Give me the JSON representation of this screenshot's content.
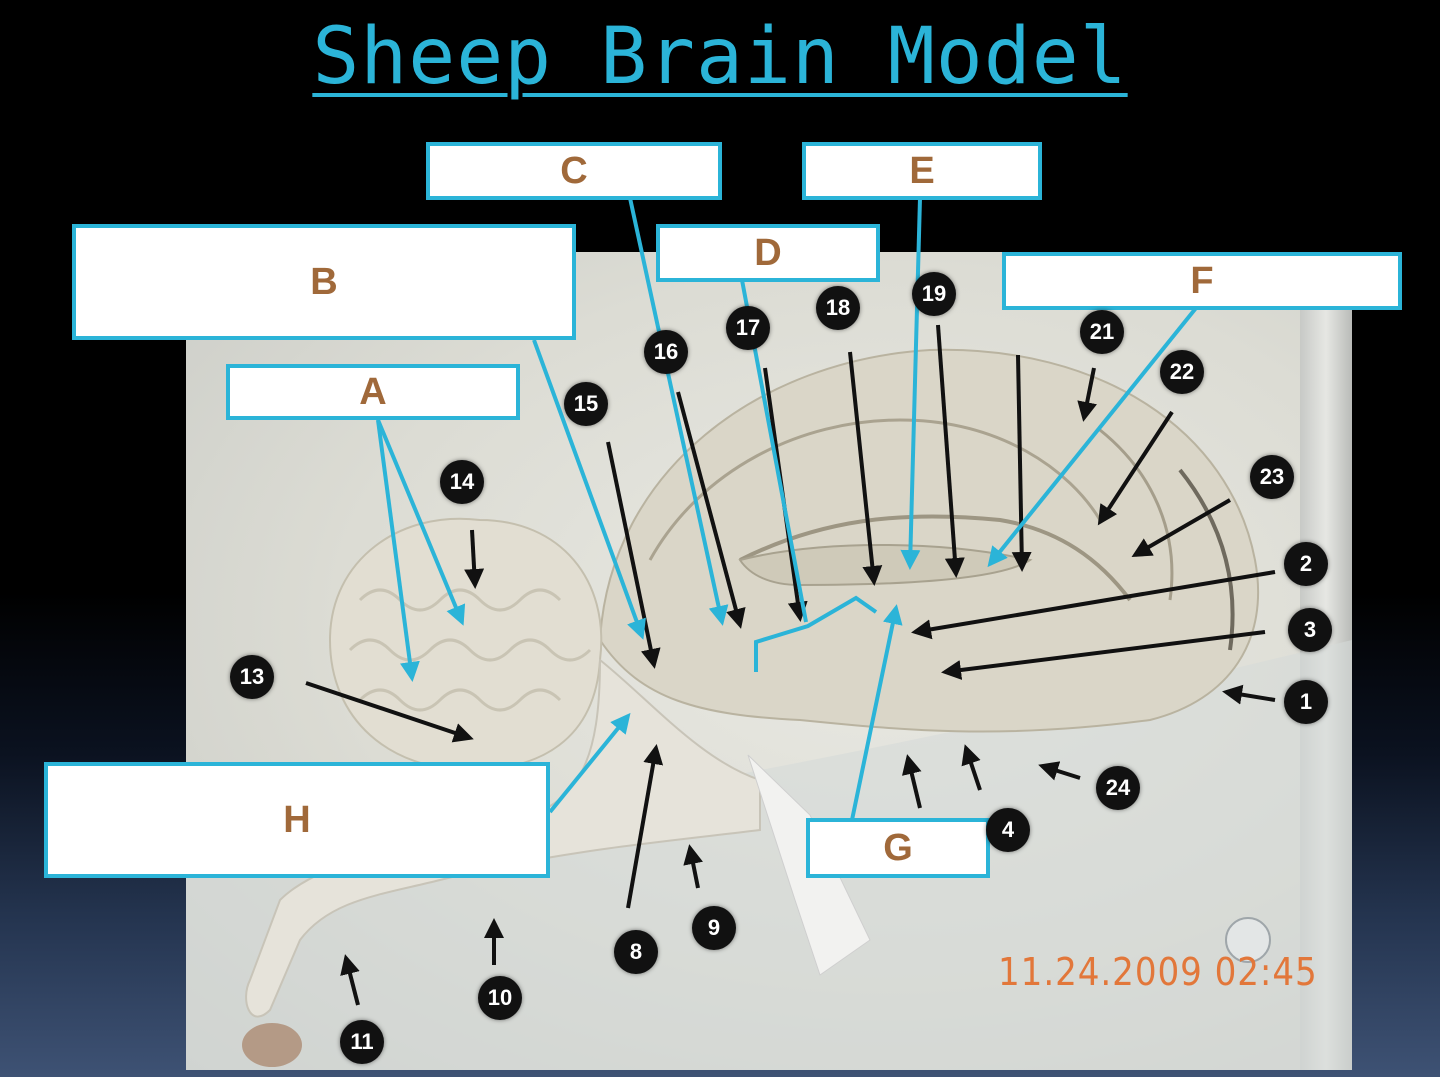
{
  "title": "Sheep Brain Model",
  "timestamp": "11.24.2009 02:45",
  "labels": {
    "a": "A",
    "b": "B",
    "c": "C",
    "d": "D",
    "e": "E",
    "f": "F",
    "g": "G",
    "h": "H"
  },
  "numbers": {
    "n1": "1",
    "n2": "2",
    "n3": "3",
    "n4": "4",
    "n8": "8",
    "n9": "9",
    "n10": "10",
    "n11": "11",
    "n13": "13",
    "n14": "14",
    "n15": "15",
    "n16": "16",
    "n17": "17",
    "n18": "18",
    "n19": "19",
    "n21": "21",
    "n22": "22",
    "n23": "23",
    "n24": "24"
  },
  "colors": {
    "accent": "#2bb4d8",
    "label_text": "#a0693a",
    "timestamp": "#e2773a"
  }
}
